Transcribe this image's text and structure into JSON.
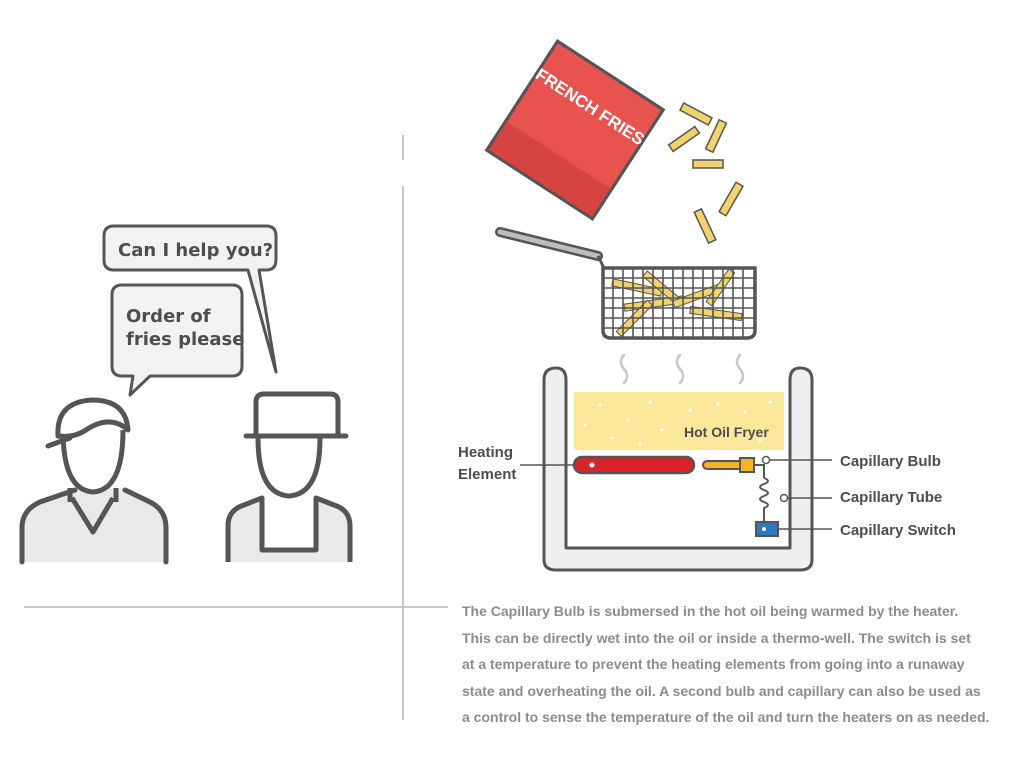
{
  "dialog": {
    "clerk_says": "Can I help you?",
    "customer_says_line1": "Order of",
    "customer_says_line2": "fries please"
  },
  "fry_bag": {
    "label": "FRENCH FRIES"
  },
  "fryer": {
    "oil_label": "Hot Oil Fryer",
    "heating_element_line1": "Heating",
    "heating_element_line2": "Element",
    "capillary_bulb": "Capillary Bulb",
    "capillary_tube": "Capillary Tube",
    "capillary_switch": "Capillary Switch"
  },
  "caption": {
    "lines": [
      "The Capillary Bulb is submersed in the hot oil being warmed by the heater.",
      "This can be directly wet into the oil or inside a thermo-well. The switch is set",
      "at a temperature to prevent the heating elements from going into a runaway",
      "state and overheating the oil. A second bulb and capillary can also be used as",
      "a control to sense the temperature of the oil and turn the heaters on as needed."
    ]
  },
  "colors": {
    "outline": "#555555",
    "bag_red": "#e8524f",
    "oil_yellow": "#fbe79a",
    "fry_yellow": "#f2d36b",
    "element_red": "#d9232a",
    "switch_blue": "#2a78c0",
    "divider": "#c8c8c8"
  },
  "icons": [
    "speech-bubble",
    "person-icon",
    "french-fries-bag",
    "fryer-basket",
    "fryer-pot",
    "heating-element",
    "capillary-bulb",
    "capillary-coil",
    "capillary-switch"
  ]
}
